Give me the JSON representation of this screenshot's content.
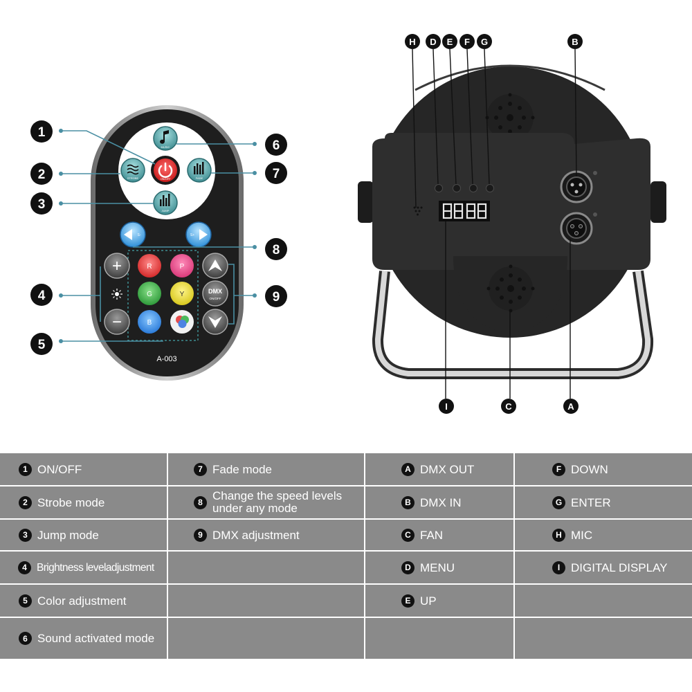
{
  "colors": {
    "legend_bg": "#8a8a8a",
    "badge": "#111111",
    "leader_line": "#4a8fa3",
    "remote_body": "#1e1e1e",
    "light_body": "#2a2a2a"
  },
  "remote": {
    "model": "A-003",
    "buttons": {
      "music": "MUSIC",
      "on_off": "ON/OFF",
      "strobe": "STROBE",
      "fade": "FADE",
      "jump": "JUMP",
      "speed_minus": "S-",
      "speed_plus": "S+",
      "plus": "+",
      "minus": "−",
      "dmx": "DMX",
      "dmx_sub": "ON/OFF",
      "red": "R",
      "pink": "P",
      "green": "G",
      "yellow": "Y",
      "blue": "B"
    },
    "icons": [
      "music-note-icon",
      "power-icon",
      "wave-icon",
      "bars-icon",
      "brightness-icon",
      "arrow-left-icon",
      "arrow-right-icon",
      "arrow-up-icon",
      "arrow-down-icon",
      "rgb-circles-icon"
    ]
  },
  "callouts": {
    "left": [
      "1",
      "2",
      "3",
      "4",
      "5",
      "6",
      "7",
      "8",
      "9"
    ],
    "right": [
      "H",
      "D",
      "E",
      "F",
      "G",
      "B",
      "I",
      "C",
      "A"
    ]
  },
  "legend": {
    "col1": [
      {
        "marker": "1",
        "label": "ON/OFF"
      },
      {
        "marker": "2",
        "label": "Strobe mode"
      },
      {
        "marker": "3",
        "label": "Jump mode"
      },
      {
        "marker": "4",
        "label": "Brightness leveladjustment"
      },
      {
        "marker": "5",
        "label": "Color adjustment"
      },
      {
        "marker": "6",
        "label": "Sound activated mode"
      }
    ],
    "col2": [
      {
        "marker": "7",
        "label": "Fade mode"
      },
      {
        "marker": "8",
        "label": "Change the speed levels under any mode"
      },
      {
        "marker": "9",
        "label": "DMX adjustment"
      }
    ],
    "col3": [
      {
        "marker": "A",
        "label": "DMX OUT"
      },
      {
        "marker": "B",
        "label": "DMX IN"
      },
      {
        "marker": "C",
        "label": "FAN"
      },
      {
        "marker": "D",
        "label": "MENU"
      },
      {
        "marker": "E",
        "label": "UP"
      }
    ],
    "col4": [
      {
        "marker": "F",
        "label": "DOWN"
      },
      {
        "marker": "G",
        "label": "ENTER"
      },
      {
        "marker": "H",
        "label": "MIC"
      },
      {
        "marker": "I",
        "label": "DIGITAL DISPLAY"
      }
    ]
  }
}
